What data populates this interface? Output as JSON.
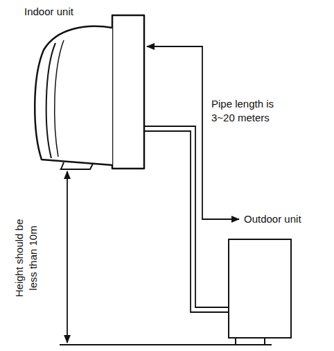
{
  "diagram": {
    "labels": [
      "Indoor unit",
      "Pipe length is 3~20 meters",
      "Outdoor unit",
      "Height should be less than 10m"
    ]
  }
}
